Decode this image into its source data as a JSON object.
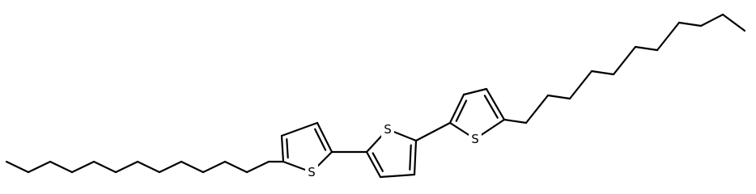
{
  "molecule": {
    "atoms": [
      {
        "label": "S"
      },
      {
        "label": "S"
      },
      {
        "label": "S"
      }
    ]
  },
  "colors": {
    "background": "#ffffff",
    "bond": "#000000",
    "label": "#000000"
  }
}
